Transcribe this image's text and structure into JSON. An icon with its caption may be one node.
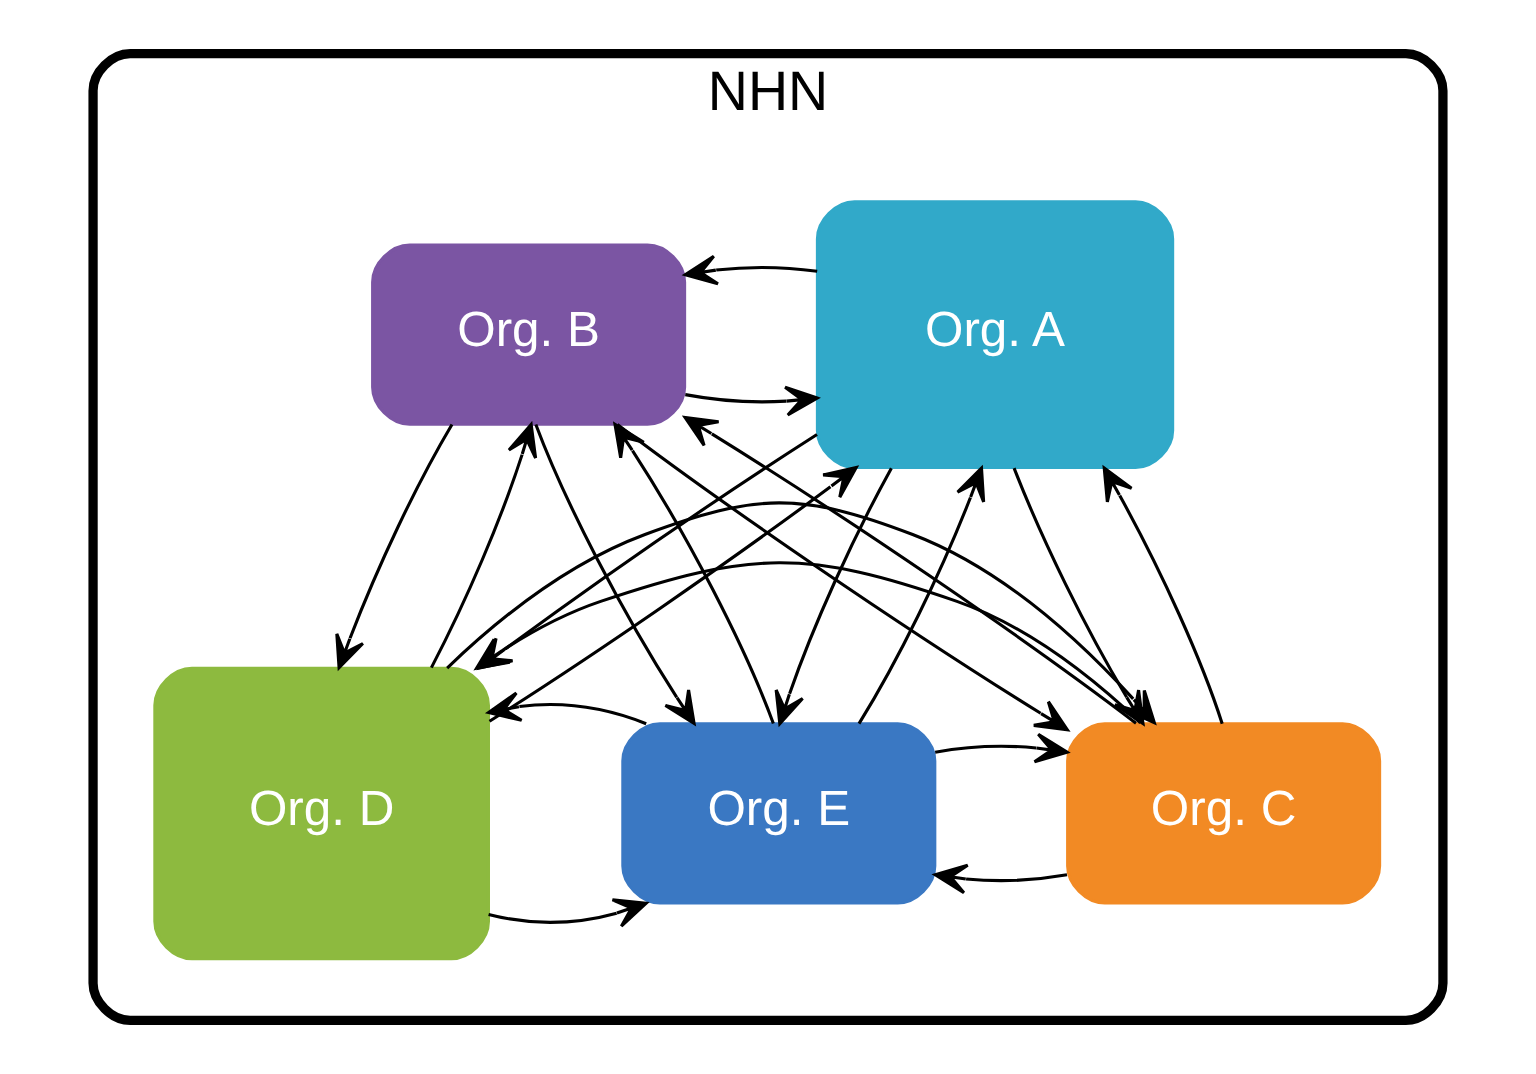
{
  "diagram": {
    "nodes": [
      {
        "text": [
          "NHN"
        ]
      },
      {
        "text": [
          "Org. A"
        ],
        "in": 0
      },
      {
        "text": [
          "Org. B"
        ],
        "in": 0
      },
      {
        "text": [
          "Org. C"
        ],
        "in": 0
      },
      {
        "text": [
          "Org. D"
        ],
        "in": 0
      },
      {
        "text": [
          "Org. E"
        ],
        "in": 0
      }
    ],
    "edges": [
      {
        "from": 2,
        "to": 1,
        "arrow": "to"
      },
      {
        "from": 5,
        "to": 1,
        "arrow": "to"
      },
      {
        "from": 1,
        "to": 2,
        "arrow": "to"
      },
      {
        "from": 3,
        "to": 2,
        "arrow": "to"
      },
      {
        "from": 2,
        "to": 3,
        "arrow": "to"
      },
      {
        "from": 1,
        "to": 4,
        "arrow": "to"
      },
      {
        "from": 1,
        "to": 5,
        "arrow": "to"
      },
      {
        "from": 2,
        "to": 4,
        "arrow": "to"
      },
      {
        "from": 4,
        "to": 2,
        "arrow": "to"
      },
      {
        "from": 2,
        "to": 5,
        "arrow": "to"
      },
      {
        "from": 5,
        "to": 2,
        "arrow": "to"
      },
      {
        "from": 1,
        "to": 3,
        "arrow": "to"
      },
      {
        "from": 3,
        "to": 1,
        "arrow": "to"
      },
      {
        "from": 4,
        "to": 1,
        "arrow": "to"
      },
      {
        "from": 3,
        "to": 4,
        "arrow": "to"
      },
      {
        "from": 4,
        "to": 3,
        "arrow": "to"
      },
      {
        "from": 4,
        "to": 5,
        "arrow": "to"
      },
      {
        "from": 5,
        "to": 4,
        "arrow": "to"
      },
      {
        "from": 3,
        "to": 5,
        "arrow": "to"
      },
      {
        "from": 5,
        "to": 3,
        "arrow": "to"
      }
    ]
  }
}
